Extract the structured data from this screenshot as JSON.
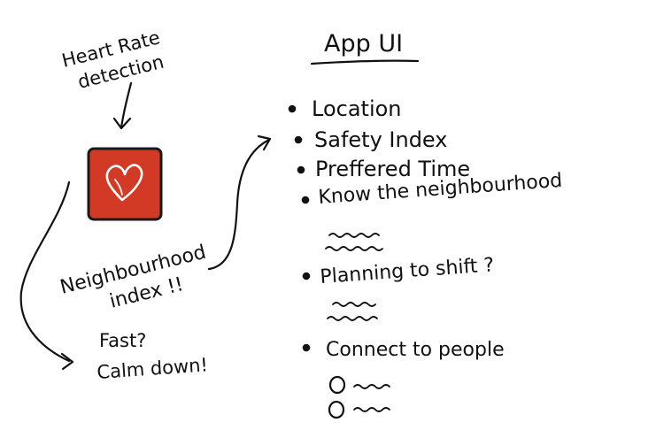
{
  "left": {
    "note_heart": [
      "Heart Rate",
      "detection"
    ],
    "app_icon": {
      "name": "heart-icon",
      "bg": "#d33a26",
      "border": "#1a1a1a",
      "stroke": "#ffffff"
    },
    "note_index": [
      "Neighbourhood",
      "index !!"
    ],
    "note_fast": [
      "Fast?",
      "Calm down!"
    ]
  },
  "right": {
    "title": "App UI",
    "items": [
      {
        "label": "Location"
      },
      {
        "label": "Safety Index"
      },
      {
        "label": "Preffered Time"
      },
      {
        "label": "Know the neighbourhood"
      },
      {
        "label": "Planning to shift ?"
      },
      {
        "label": "Connect to people"
      }
    ]
  }
}
